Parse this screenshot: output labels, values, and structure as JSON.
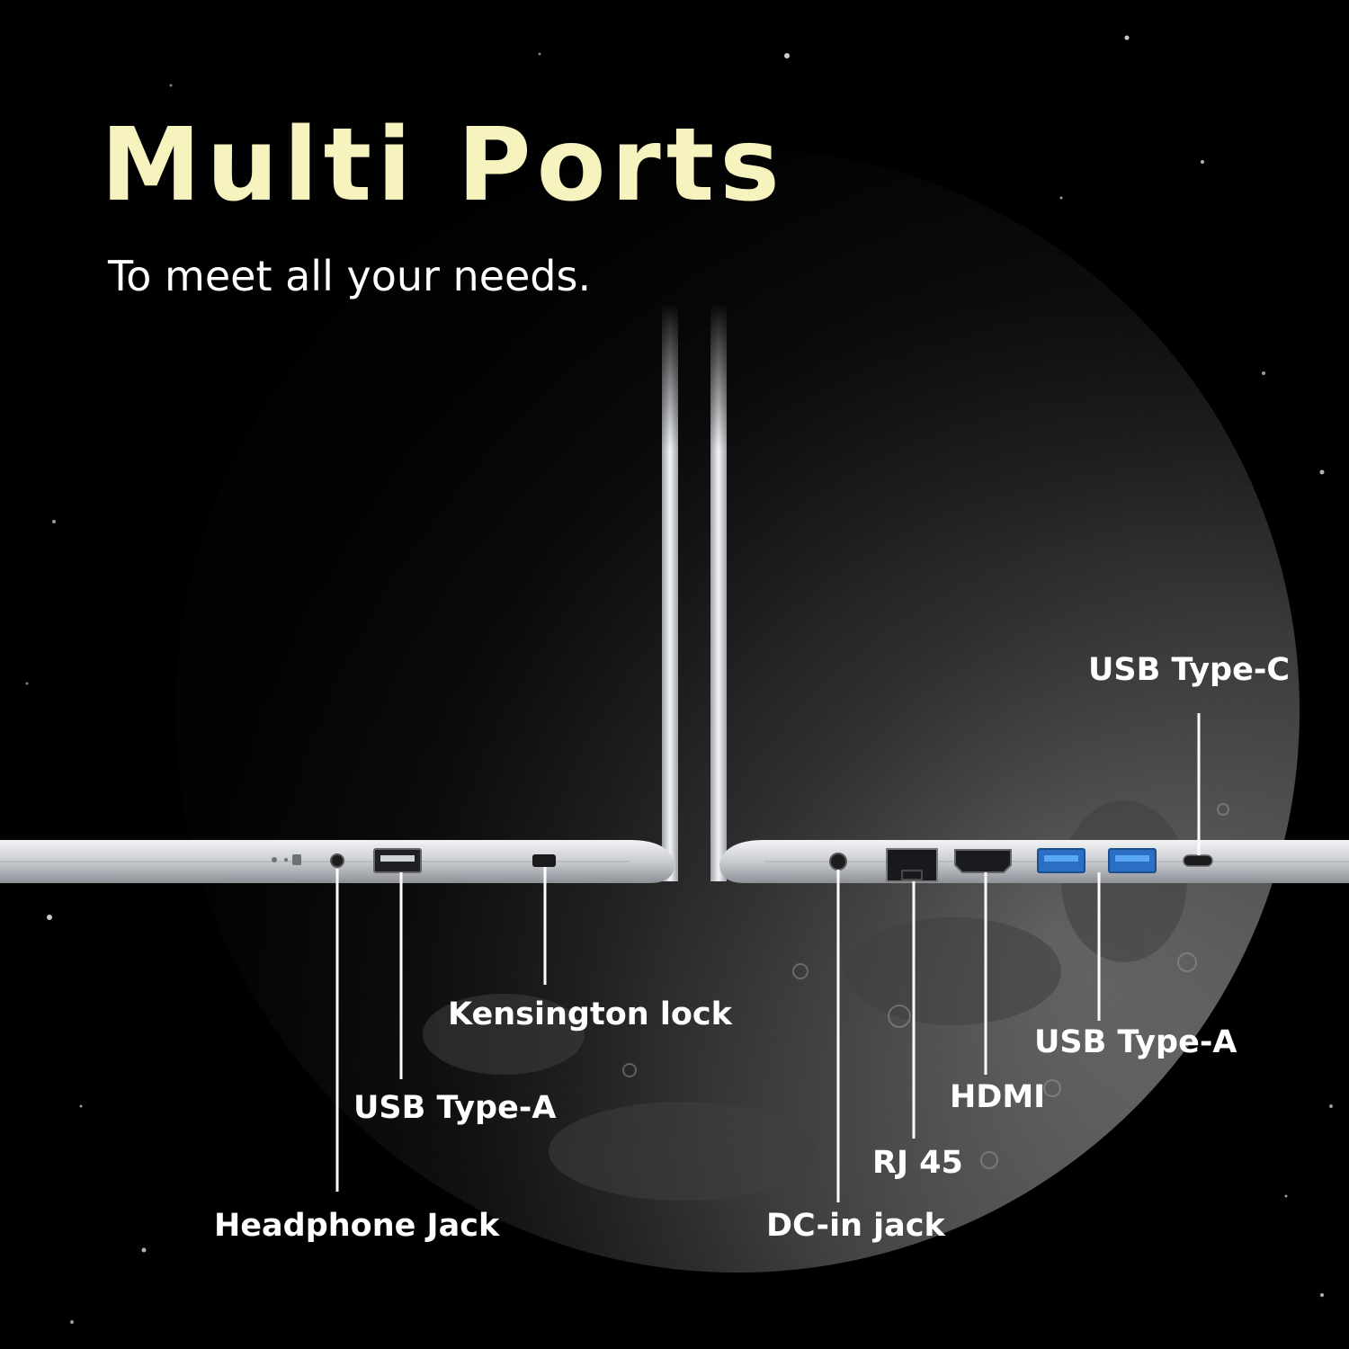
{
  "heading": {
    "title": "Multi Ports",
    "subtitle": "To meet all your needs."
  },
  "ports": {
    "headphone_jack": "Headphone Jack",
    "usb_type_a_left": "USB Type-A",
    "kensington_lock": "Kensington lock",
    "dc_in_jack": "DC-in jack",
    "rj45": "RJ 45",
    "hdmi": "HDMI",
    "usb_type_a_right": "USB Type-A",
    "usb_type_c": "USB Type-C"
  },
  "colors": {
    "title": "#f6f3bf",
    "label": "#ffffff",
    "background": "#000000",
    "usb_port_blue": "#3a8ee6",
    "laptop_silver": "#d7dade"
  }
}
